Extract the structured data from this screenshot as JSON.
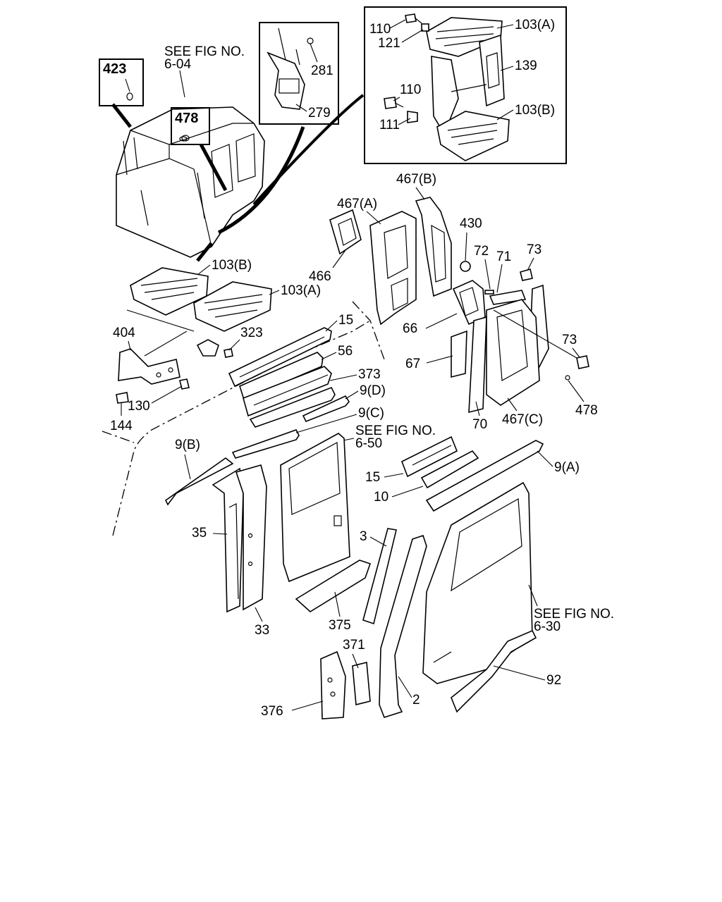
{
  "callouts": {
    "c423": "423",
    "c478_box": "478",
    "c281": "281",
    "c279": "279",
    "c110a": "110",
    "c121": "121",
    "c103a_top": "103(A)",
    "c139": "139",
    "c110b": "110",
    "c111": "111",
    "c103b_top": "103(B)",
    "c103b": "103(B)",
    "c103a": "103(A)",
    "c467b": "467(B)",
    "c467a": "467(A)",
    "c430": "430",
    "c72": "72",
    "c71": "71",
    "c73a": "73",
    "c466": "466",
    "c66": "66",
    "c67": "67",
    "c73b": "73",
    "c478": "478",
    "c70": "70",
    "c467c": "467(C)",
    "c404": "404",
    "c323": "323",
    "c15a": "15",
    "c56": "56",
    "c373": "373",
    "c9d": "9(D)",
    "c9c": "9(C)",
    "c130": "130",
    "c144": "144",
    "c9b": "9(B)",
    "c35": "35",
    "c33": "33",
    "c15b": "15",
    "c10": "10",
    "c9a": "9(A)",
    "c3": "3",
    "c375": "375",
    "c371": "371",
    "c376": "376",
    "c2": "2",
    "c92": "92"
  },
  "references": {
    "fig604_line1": "SEE FIG NO.",
    "fig604_line2": "6-04",
    "fig650_line1": "SEE FIG NO.",
    "fig650_line2": "6-50",
    "fig630_line1": "SEE FIG NO.",
    "fig630_line2": "6-30"
  }
}
